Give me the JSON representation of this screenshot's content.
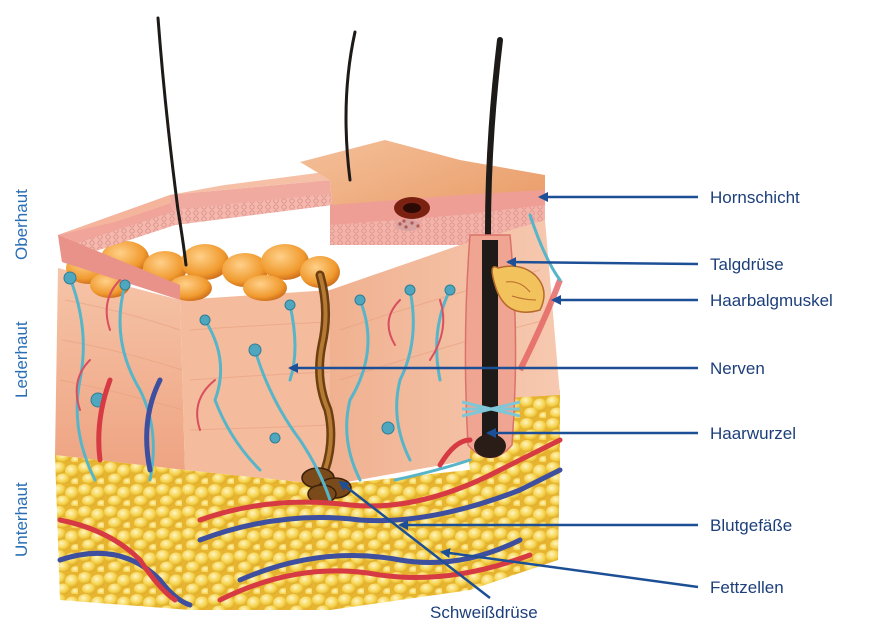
{
  "layers": {
    "oberhaut": "Oberhaut",
    "lederhaut": "Lederhaut",
    "unterhaut": "Unterhaut"
  },
  "labels": {
    "hornschicht": "Hornschicht",
    "talgdruese": "Talgdrüse",
    "haarbalgmuskel": "Haarbalgmuskel",
    "nerven": "Nerven",
    "haarwurzel": "Haarwurzel",
    "blutgefaesse": "Blutgefäße",
    "fettzellen": "Fettzellen",
    "schweissdruese": "Schweißdrüse"
  },
  "colors": {
    "label_text": "#1c3f7a",
    "layer_text": "#2a6fb5",
    "leader_line": "#1d4f96",
    "skin_surface": "#e9a07a",
    "dermis": "#f3b596",
    "fat": "#f2cf4a",
    "nerve": "#57b5c9",
    "artery": "#d63a43",
    "vein": "#3d4f9e",
    "hair": "#1d1a18"
  }
}
